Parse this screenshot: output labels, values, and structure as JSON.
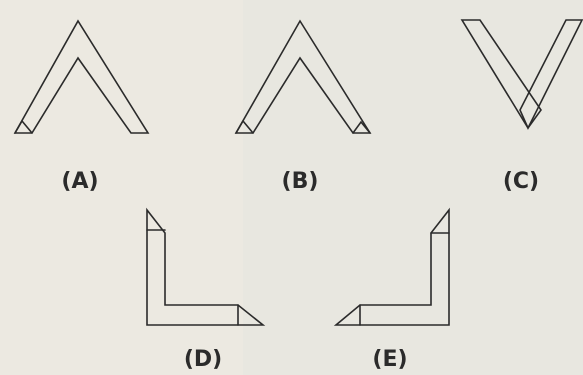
{
  "options": [
    {
      "id": "A",
      "label": "(A)"
    },
    {
      "id": "B",
      "label": "(B)"
    },
    {
      "id": "C",
      "label": "(C)"
    },
    {
      "id": "D",
      "label": "(D)"
    },
    {
      "id": "E",
      "label": "(E)"
    }
  ]
}
